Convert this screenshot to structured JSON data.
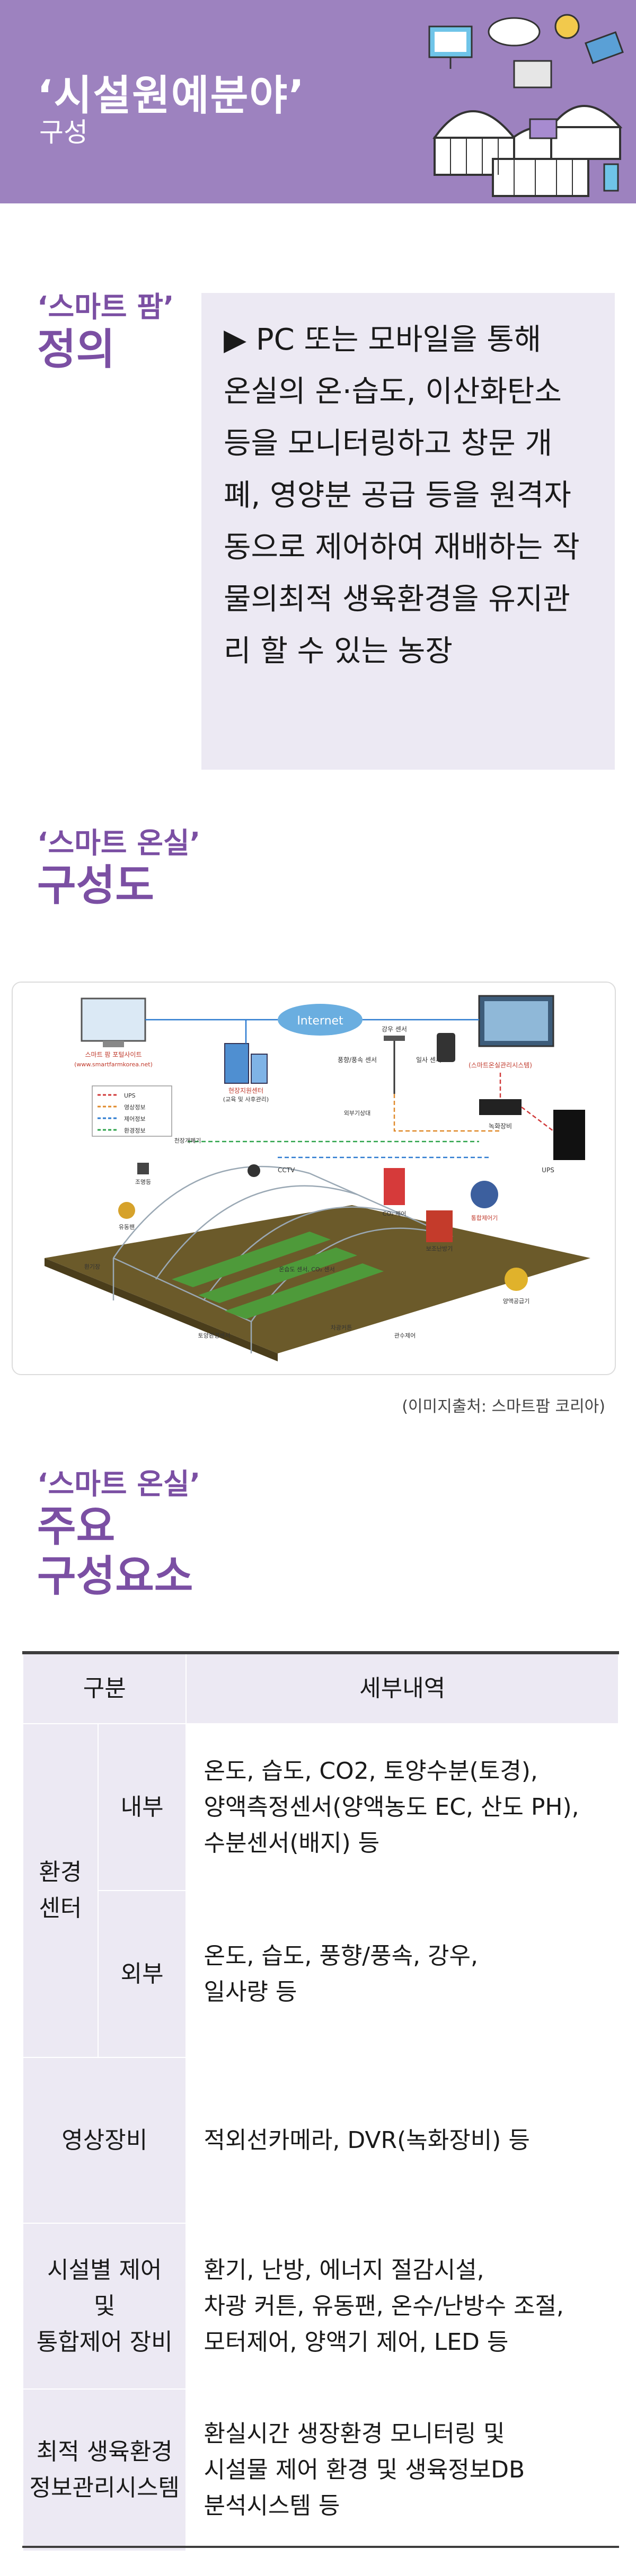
{
  "header": {
    "title": "‘시설원예분야’",
    "subtitle": "구성"
  },
  "definition": {
    "label_quote": "‘스마트 팜’",
    "label_big": "정의",
    "lines": [
      "▶ PC 또는 모바일을 통해",
      "온실의 온·습도, 이산화탄소",
      "등을 모니터링하고 창문 개",
      "폐, 영양분 공급 등을 원격자",
      "동으로 제어하여 재배하는 작",
      "물의최적 생육환경을 유지관",
      "리 할 수 있는 농장"
    ]
  },
  "structure": {
    "label_quote": "‘스마트 온실’",
    "label_big": "구성도",
    "source": "(이미지출처: 스마트팜 코리아)",
    "diagram": {
      "internet": "Internet",
      "portal_label": "스마트 팜 포털사이트",
      "portal_url": "(www.smartfarmkorea.net)",
      "center_label": "현장지원센터",
      "center_sub": "(교육 및 사후관리)",
      "weather": "강우 센서",
      "wind": "풍향/풍속 센서",
      "sun": "일사 센서",
      "mgmt": "(스마트온실관리시스템)",
      "cctv": "CCTV",
      "dvr": "녹화장비",
      "ups": "UPS",
      "outside": "외부기상대",
      "co2_ctrl": "CO₂ 제어",
      "integ": "통합제어기",
      "fan": "유동팬",
      "heater": "보조난방기",
      "curtain": "환기장",
      "temp_sensor": "온습도 센서, CO₂ 센서",
      "soil_sensor": "토양환경센서",
      "nutrient": "양액공급기",
      "curtain2": "차광커튼",
      "irrig": "관수제어",
      "light": "조명등",
      "roof": "천장개폐기",
      "legend": [
        "UPS",
        "영상정보",
        "제어정보",
        "환경정보"
      ]
    }
  },
  "components": {
    "label_quote": "‘스마트 온실’",
    "label_big_1": "주요",
    "label_big_2": "구성요소",
    "headers": [
      "구분",
      "세부내역"
    ],
    "env_label_1": "환경",
    "env_label_2": "센터",
    "rows": [
      {
        "sub": "내부",
        "detail": [
          "온도, 습도, CO2, 토양수분(토경),",
          "양액측정센서(양액농도 EC, 산도 PH),",
          "수분센서(배지) 등"
        ]
      },
      {
        "sub": "외부",
        "detail": [
          "온도, 습도, 풍향/풍속, 강우,",
          "일사량 등"
        ]
      }
    ],
    "video": {
      "label": "영상장비",
      "detail": [
        "적외선카메라, DVR(녹화장비) 등"
      ]
    },
    "control": {
      "label": [
        "시설별 제어",
        "및",
        "통합제어 장비"
      ],
      "detail": [
        "환기, 난방, 에너지 절감시설,",
        "차광 커튼, 유동팬, 온수/난방수 조절,",
        "모터제어, 양액기 제어, LED 등"
      ]
    },
    "info": {
      "label": [
        "최적 생육환경",
        "정보관리시스템"
      ],
      "detail": [
        "환실시간 생장환경 모니터링 및",
        "시설물 제어 환경 및 생육정보DB",
        "분석시스템 등"
      ]
    }
  },
  "colors": {
    "header_bg": "#9d82bf",
    "accent": "#7b4fa3",
    "box_bg": "#ece9f3"
  }
}
